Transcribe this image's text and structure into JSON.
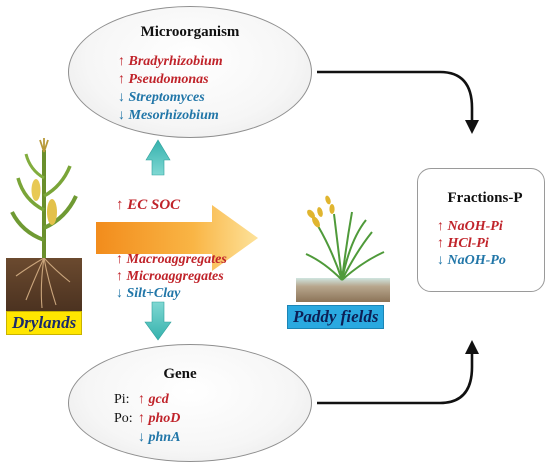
{
  "microorganism": {
    "title": "Microorganism",
    "items": [
      {
        "arrow": "↑",
        "text": "Bradyrhizobium",
        "trend": "up"
      },
      {
        "arrow": "↑",
        "text": "Pseudomonas",
        "trend": "up"
      },
      {
        "arrow": "↓",
        "text": "Streptomyces",
        "trend": "down"
      },
      {
        "arrow": "↓",
        "text": "Mesorhizobium",
        "trend": "down"
      }
    ]
  },
  "center": {
    "soc": "↑ EC SOC",
    "items": [
      {
        "arrow": "↑",
        "text": "Macroaggregates",
        "trend": "up"
      },
      {
        "arrow": "↑",
        "text": "Microaggregates",
        "trend": "up"
      },
      {
        "arrow": "↓",
        "text": "Silt+Clay",
        "trend": "down"
      }
    ]
  },
  "fractions": {
    "title": "Fractions-P",
    "items": [
      {
        "arrow": "↑",
        "text": "NaOH-Pi",
        "trend": "up"
      },
      {
        "arrow": "↑",
        "text": "HCl-Pi",
        "trend": "up"
      },
      {
        "arrow": "↓",
        "text": "NaOH-Po",
        "trend": "down"
      }
    ]
  },
  "gene": {
    "title": "Gene",
    "pi_label": "Pi:",
    "po_label": "Po:",
    "items": [
      {
        "arrow": "↑",
        "text": "gcd",
        "trend": "up"
      },
      {
        "arrow": "↑",
        "text": "phoD",
        "trend": "up"
      },
      {
        "arrow": "↓",
        "text": "phnA",
        "trend": "down"
      }
    ]
  },
  "labels": {
    "drylands": "Drylands",
    "paddy": "Paddy fields"
  },
  "colors": {
    "up": "#c0232a",
    "down": "#2176a8",
    "teal_arrow": "#4fc3c0",
    "orange_arrow": "#f7a93b",
    "label_bg": "#ffe600",
    "paddy_bg": "#2aa9e0"
  }
}
